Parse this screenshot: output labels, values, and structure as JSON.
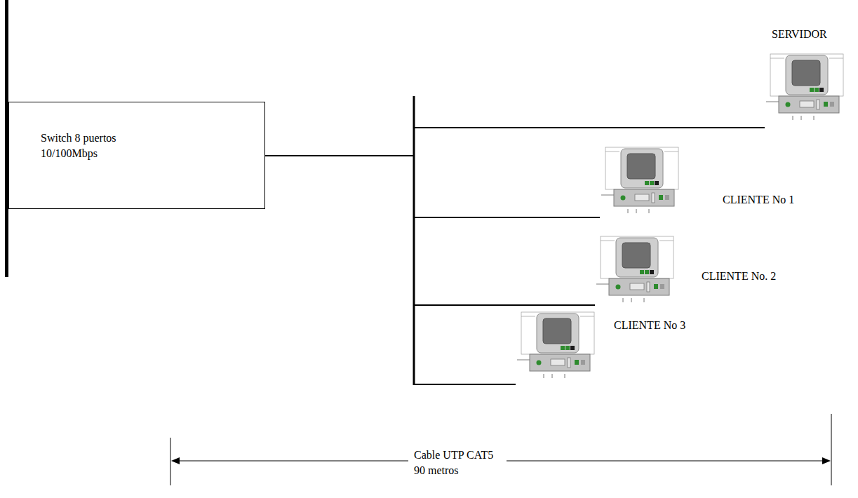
{
  "diagram": {
    "nodes": [
      {
        "text": [
          "Switch 8 puertos 10/100Mbps"
        ]
      },
      {
        "text": [
          "SERVIDOR"
        ]
      },
      {
        "text": [
          "CLIENTE No 1"
        ]
      },
      {
        "text": [
          "CLIENTE No. 2"
        ]
      },
      {
        "text": [
          "CLIENTE No 3"
        ]
      }
    ],
    "edges": [
      {
        "from": 0,
        "to": 1,
        "arrow": "none"
      },
      {
        "from": 0,
        "to": 2,
        "arrow": "none"
      },
      {
        "from": 0,
        "to": 3,
        "arrow": "none"
      },
      {
        "from": 0,
        "to": 4,
        "arrow": "none"
      }
    ],
    "labels": [
      "Cable UTP CAT5 90 metros"
    ]
  }
}
